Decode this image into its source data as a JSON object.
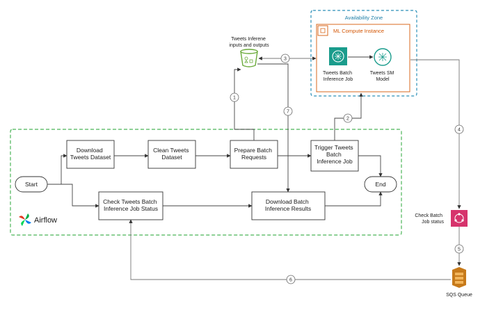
{
  "nodes": {
    "download_tweets": [
      "Download",
      "Tweets Dataset"
    ],
    "clean_tweets": [
      "Clean Tweets",
      "Dataset"
    ],
    "prepare_batch": [
      "Prepare Batch",
      "Requests"
    ],
    "trigger_inference": [
      "Trigger Tweets",
      "Batch",
      "Inference Job"
    ],
    "check_status": [
      "Check Tweets Batch",
      "Inference Job Status"
    ],
    "download_results": [
      "Download Batch",
      "Inference Results"
    ],
    "start": "Start",
    "end": "End"
  },
  "airflow_label": "Airflow",
  "availability_zone_label": "Availability Zone",
  "ml_instance_label": "ML Compute Instance",
  "s3": {
    "label": [
      "Tweets Inferene",
      "inputs and outputs"
    ]
  },
  "batch_job": {
    "label": [
      "Tweets Batch",
      "Inference Job"
    ]
  },
  "sm_model": {
    "label": [
      "Tweets SM",
      "Model"
    ]
  },
  "check_batch": {
    "label": [
      "Check Batch",
      "Job status"
    ]
  },
  "sqs": {
    "label": "SQS Queue"
  },
  "step_numbers": [
    "1",
    "2",
    "3",
    "4",
    "5",
    "6",
    "7"
  ],
  "colors": {
    "airflow_border": "#49b356",
    "zone_border": "#2a8fb8",
    "ml_instance_border": "#d9691f",
    "s3_green": "#6aaa3a",
    "sagemaker_teal": "#1a9c8c",
    "step_function_pink": "#d6336c",
    "sqs_orange": "#c77a1a"
  },
  "icons": [
    "airflow-logo-icon",
    "s3-bucket-icon",
    "ec2-chip-icon",
    "sagemaker-brain-icon",
    "step-functions-icon",
    "sqs-queue-icon"
  ]
}
